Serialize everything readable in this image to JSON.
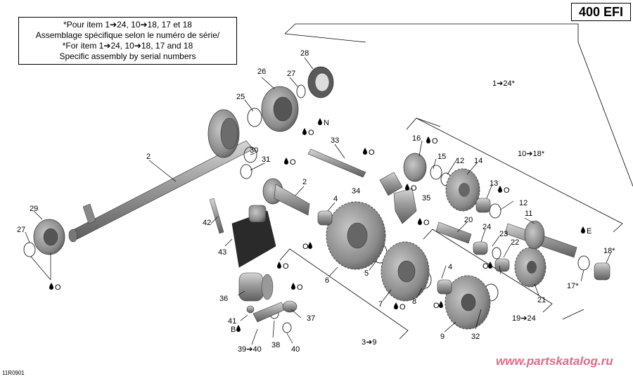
{
  "model": "400 EFI",
  "notes": [
    "*Pour item 1➔24, 10➔18, 17 et 18",
    "Assemblage spécifique selon le numéro de série/",
    "*For item 1➔24, 10➔18, 17 and 18",
    "Specific assembly by serial numbers"
  ],
  "watermark": "www.partskatalog.ru",
  "ref_code": "11R0901",
  "callouts": {
    "c2a": "2",
    "c2b": "2",
    "c4a": "4",
    "c4b": "4",
    "c5": "5",
    "c6": "6",
    "c7": "7",
    "c8": "8",
    "c9": "9",
    "c11": "11",
    "c12a": "12",
    "c12b": "12",
    "c13": "13",
    "c14": "14",
    "c15": "15",
    "c16": "16",
    "c17": "17*",
    "c18": "18*",
    "c20": "20",
    "c21": "21",
    "c22": "22",
    "c23": "23",
    "c24": "24",
    "c25": "25",
    "c26": "26",
    "c27a": "27",
    "c27b": "27",
    "c28": "28",
    "c29": "29",
    "c30": "30",
    "c31": "31",
    "c32": "32",
    "c33": "33",
    "c34": "34",
    "c35": "35",
    "c36": "36",
    "c37": "37",
    "c38": "38",
    "c40": "40",
    "c41": "41",
    "c42": "42",
    "c43": "43"
  },
  "ranges": {
    "r1_24": "1➔24*",
    "r10_18": "10➔18*",
    "r19_24": "19➔24",
    "r3_9": "3➔9",
    "r39_40": "39➔40"
  },
  "lube_marks": {
    "o": "O",
    "n": "N",
    "e": "E",
    "b": "B"
  }
}
